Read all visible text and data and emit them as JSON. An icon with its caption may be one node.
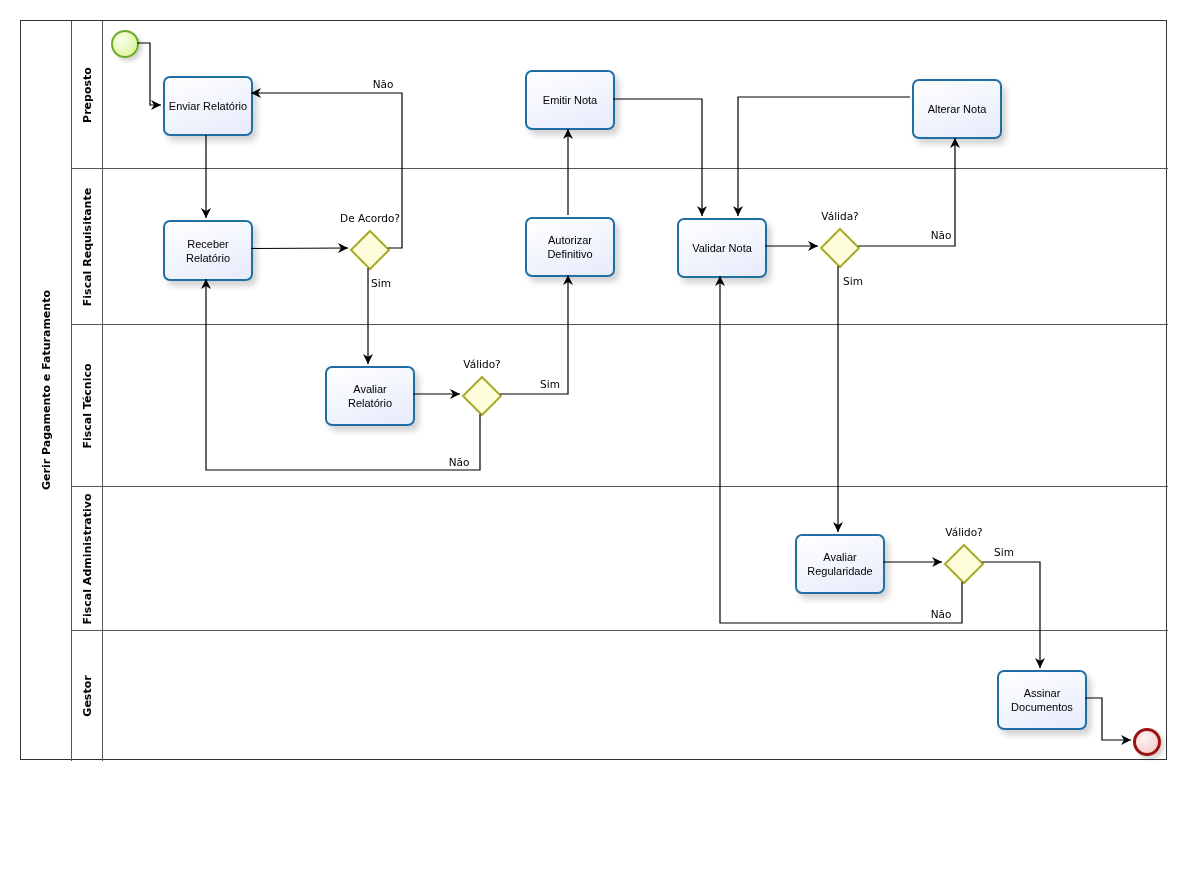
{
  "diagram": {
    "nodes": [
      {
        "text": [
          "Gerir Pagamento e Faturamento"
        ]
      },
      {
        "text": [
          "Preposto"
        ],
        "in": 0
      },
      {
        "text": [
          "Fiscal Requisitante"
        ],
        "in": 0
      },
      {
        "text": [
          "Fiscal Técnico"
        ],
        "in": 0
      },
      {
        "text": [
          "Fiscal Administrativo"
        ],
        "in": 0
      },
      {
        "text": [
          "Gestor"
        ],
        "in": 0
      },
      {
        "text": [],
        "shape": "circle",
        "in": 1
      },
      {
        "text": [
          "Enviar Relatório"
        ],
        "in": 1
      },
      {
        "text": [
          "Emitir Nota"
        ],
        "in": 1
      },
      {
        "text": [
          "Alterar Nota"
        ],
        "in": 1
      },
      {
        "text": [
          "Receber Relatório"
        ],
        "in": 2
      },
      {
        "text": [
          "De Acordo?"
        ],
        "in": 2
      },
      {
        "text": [
          "Autorizar Definitivo"
        ],
        "in": 2
      },
      {
        "text": [
          "Validar Nota"
        ],
        "in": 2
      },
      {
        "text": [
          "Válida?"
        ],
        "in": 2
      },
      {
        "text": [
          "Avaliar Relatório"
        ],
        "in": 3
      },
      {
        "text": [
          "Válido?"
        ],
        "in": 3
      },
      {
        "text": [
          "Avaliar Regularidade"
        ],
        "in": 4
      },
      {
        "text": [
          "Válido?"
        ],
        "in": 4
      },
      {
        "text": [
          "Assinar Documentos"
        ],
        "in": 5
      },
      {
        "text": [],
        "shape": "circle",
        "in": 5
      }
    ],
    "edges": [
      {
        "from": 6,
        "to": 7,
        "arrow": "to"
      },
      {
        "from": 7,
        "to": 10,
        "arrow": "to"
      },
      {
        "from": 10,
        "to": 11,
        "arrow": "to"
      },
      {
        "from": 11,
        "to": 7,
        "arrow": "to",
        "label": "Não"
      },
      {
        "from": 11,
        "to": 15,
        "arrow": "to",
        "label": "Sim"
      },
      {
        "from": 15,
        "to": 16,
        "arrow": "to"
      },
      {
        "from": 16,
        "to": 12,
        "arrow": "to",
        "label": "Sim"
      },
      {
        "from": 16,
        "to": 10,
        "arrow": "to",
        "label": "Não"
      },
      {
        "from": 12,
        "to": 8,
        "arrow": "to"
      },
      {
        "from": 8,
        "to": 13,
        "arrow": "to"
      },
      {
        "from": 13,
        "to": 14,
        "arrow": "to"
      },
      {
        "from": 14,
        "to": 9,
        "arrow": "to",
        "label": "Não"
      },
      {
        "from": 9,
        "to": 13,
        "arrow": "to"
      },
      {
        "from": 14,
        "to": 17,
        "arrow": "to",
        "label": "Sim"
      },
      {
        "from": 17,
        "to": 18,
        "arrow": "to"
      },
      {
        "from": 18,
        "to": 19,
        "arrow": "to",
        "label": "Sim"
      },
      {
        "from": 18,
        "to": 13,
        "arrow": "to",
        "label": "Não"
      },
      {
        "from": 19,
        "to": 20,
        "arrow": "to"
      }
    ]
  }
}
